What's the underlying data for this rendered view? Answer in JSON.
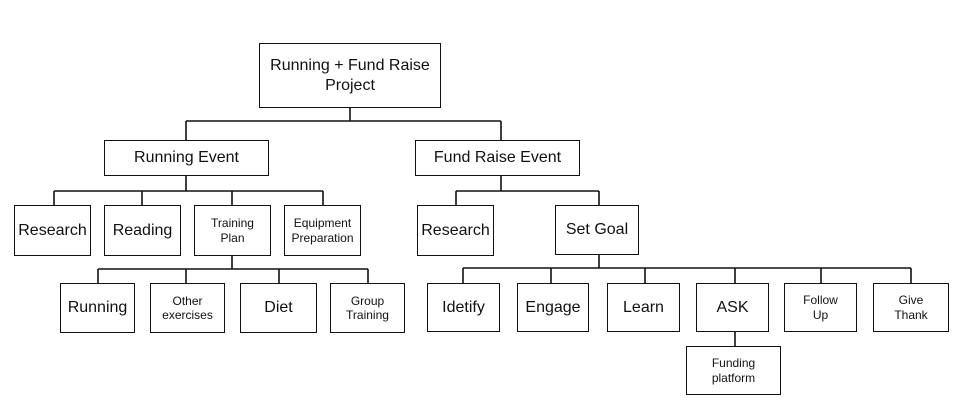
{
  "diagram": {
    "root": "Running + Fund Raise\nProject",
    "running_event": {
      "label": "Running Event",
      "research": "Research",
      "reading": "Reading",
      "training_plan": "Training\nPlan",
      "equipment_preparation": "Equipment\nPreparation",
      "training": {
        "running": "Running",
        "other_exercises": "Other\nexercises",
        "diet": "Diet",
        "group_training": "Group\nTraining"
      }
    },
    "fund_raise_event": {
      "label": "Fund Raise Event",
      "research": "Research",
      "set_goal": "Set Goal",
      "goal": {
        "identify": "Idetify",
        "engage": "Engage",
        "learn": "Learn",
        "ask": "ASK",
        "follow_up": "Follow\nUp",
        "give_thank": "Give\nThank",
        "funding_platform": "Funding\nplatform"
      }
    },
    "colors": {
      "stroke": "#111111",
      "fill": "#ffffff"
    }
  }
}
